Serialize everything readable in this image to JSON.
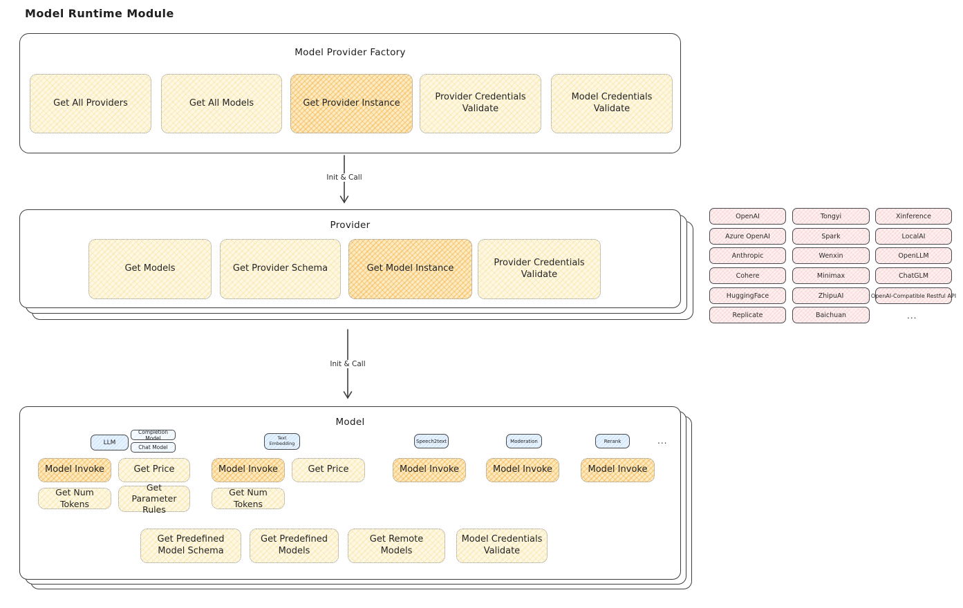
{
  "title": "Model Runtime Module",
  "arrows": {
    "label1": "Init & Call",
    "label2": "Init & Call"
  },
  "factory": {
    "title": "Model Provider Factory",
    "boxes": [
      {
        "label": "Get All Providers",
        "variant": "yellow"
      },
      {
        "label": "Get All Models",
        "variant": "yellow"
      },
      {
        "label": "Get Provider Instance",
        "variant": "orange"
      },
      {
        "label": "Provider Credentials Validate",
        "variant": "yellow"
      },
      {
        "label": "Model Credentials Validate",
        "variant": "yellow"
      }
    ]
  },
  "provider": {
    "title": "Provider",
    "boxes": [
      {
        "label": "Get Models",
        "variant": "yellow"
      },
      {
        "label": "Get Provider Schema",
        "variant": "yellow"
      },
      {
        "label": "Get Model Instance",
        "variant": "orange"
      },
      {
        "label": "Provider Credentials Validate",
        "variant": "yellow"
      }
    ]
  },
  "providers_grid": {
    "column1": [
      "OpenAI",
      "Azure OpenAI",
      "Anthropic",
      "Cohere",
      "HuggingFace",
      "Replicate"
    ],
    "column2": [
      "Tongyi",
      "Spark",
      "Wenxin",
      "Minimax",
      "ZhipuAI",
      "Baichuan"
    ],
    "column3": [
      "Xinference",
      "LocalAI",
      "OpenLLM",
      "ChatGLM",
      "OpenAI-Compatible Restful API"
    ],
    "more": "..."
  },
  "model": {
    "title": "Model",
    "tags": {
      "llm": "LLM",
      "completion_model": "Completion Model",
      "chat_model": "Chat Model",
      "text_embedding": "Text Embedding",
      "speech2text": "Speech2text",
      "moderation": "Moderation",
      "rerank": "Rerank",
      "more": "..."
    },
    "llm_functions": [
      "Model Invoke",
      "Get Price",
      "Get Num Tokens",
      "Get Parameter Rules"
    ],
    "text_embedding_functions": [
      "Model Invoke",
      "Get Price",
      "Get Num Tokens"
    ],
    "speech2text_functions": [
      "Model Invoke"
    ],
    "moderation_functions": [
      "Model Invoke"
    ],
    "rerank_functions": [
      "Model Invoke"
    ],
    "common_functions": [
      "Get Predefined Model Schema",
      "Get Predefined Models",
      "Get Remote Models",
      "Model Credentials Validate"
    ]
  },
  "colors": {
    "yellow_fill": "#fdf8e3",
    "orange_fill": "#fcebc0",
    "pink_fill": "#fdf0f0",
    "blue_fill": "#e6f2fd",
    "stroke": "#3a3c40"
  }
}
